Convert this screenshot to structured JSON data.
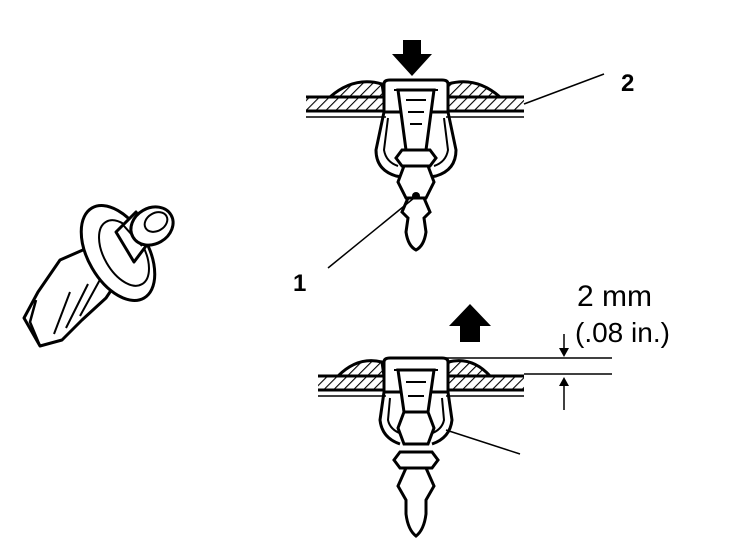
{
  "callouts": {
    "one": "1",
    "two": "2"
  },
  "dimension": {
    "metric": "2 mm",
    "imperial": "(.08 in.)"
  },
  "icons": {
    "press_arrow": "down-arrow-icon",
    "pull_arrow": "up-arrow-icon"
  }
}
